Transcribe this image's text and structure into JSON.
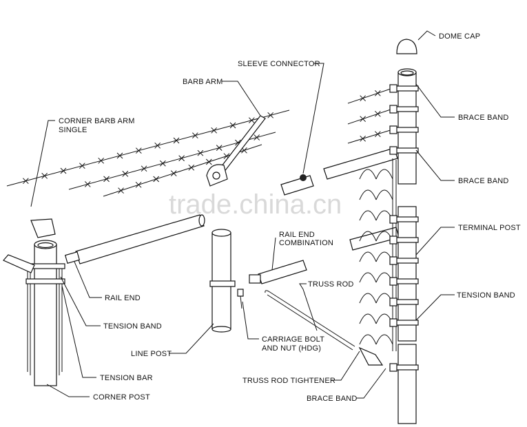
{
  "title": "Chain Link Fence Components",
  "watermark": "trade.china.cn",
  "labels": {
    "dome_cap": "DOME CAP",
    "sleeve_connector": "SLEEVE CONNECTOR",
    "barb_arm": "BARB ARM",
    "corner_barb_arm_1": "CORNER BARB ARM",
    "corner_barb_arm_2": "SINGLE",
    "brace_band_top": "BRACE BAND",
    "brace_band_mid": "BRACE BAND",
    "terminal_post": "TERMINAL POST",
    "rail_end_combination_1": "RAIL END",
    "rail_end_combination_2": "COMBINATION",
    "truss_rod": "TRUSS ROD",
    "rail_end": "RAIL END",
    "tension_band_left": "TENSION BAND",
    "line_post": "LINE POST",
    "carriage_bolt_1": "CARRIAGE BOLT",
    "carriage_bolt_2": "AND NUT (HDG)",
    "tension_band_right": "TENSION BAND",
    "tension_bar": "TENSION BAR",
    "truss_rod_tightener": "TRUSS ROD TIGHTENER",
    "corner_post": "CORNER POST",
    "brace_band_bottom": "BRACE BAND"
  }
}
